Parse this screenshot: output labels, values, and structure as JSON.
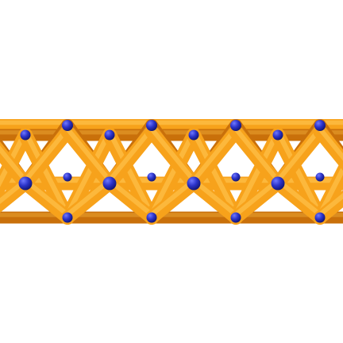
{
  "scene": {
    "subject": "lattice-ribbon",
    "colors": {
      "background": "#ffffff",
      "rod_light": "#ffc24a",
      "rod_mid": "#f7a21b",
      "rod_dark": "#c9700a",
      "node_light": "#6f78ff",
      "node_mid": "#2b33c9",
      "node_dark": "#10146e"
    },
    "icons": [
      "rod-segment",
      "node-sphere"
    ]
  }
}
